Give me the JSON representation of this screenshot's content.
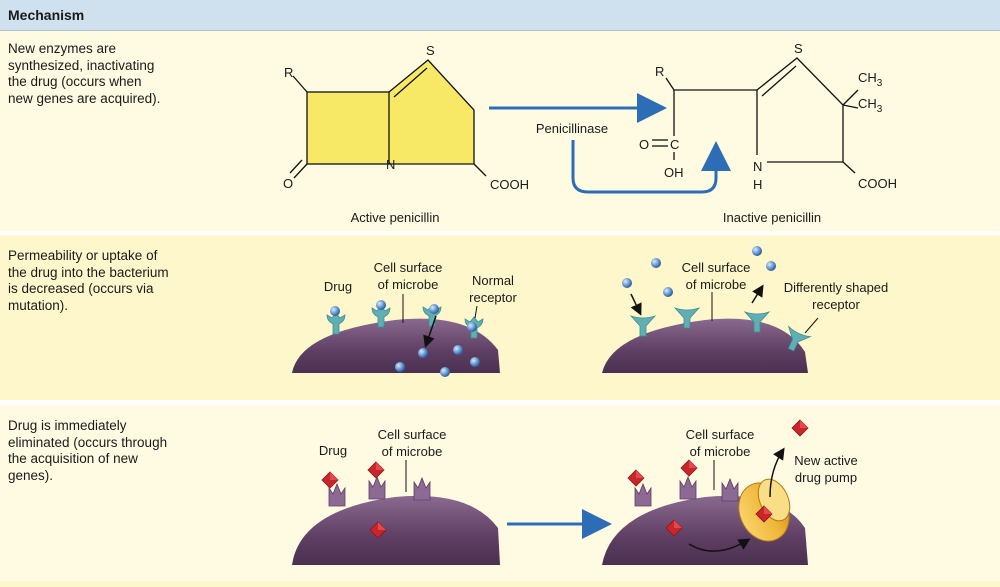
{
  "header": {
    "title": "Mechanism"
  },
  "rows": [
    {
      "description": [
        "New enzymes are",
        "synthesized, inactivating",
        "the drug (occurs when",
        "new genes are acquired)."
      ]
    },
    {
      "description": [
        "Permeability or uptake of",
        "the drug into the bacterium",
        "is decreased (occurs via",
        "mutation)."
      ]
    },
    {
      "description": [
        "Drug is immediately",
        "eliminated (occurs through",
        "the acquisition of new",
        "genes)."
      ]
    }
  ],
  "chem": {
    "r": "R",
    "s": "S",
    "o": "O",
    "n": "N",
    "h": "H",
    "cooh": "COOH",
    "ch3": "CH",
    "sub3": "3",
    "oc": "O",
    "c": "C",
    "oh": "OH",
    "enzyme": "Penicillinase",
    "active": "Active penicillin",
    "inactive": "Inactive penicillin"
  },
  "perm": {
    "drug": "Drug",
    "cell_surface": [
      "Cell surface",
      "of microbe"
    ],
    "normal_receptor": [
      "Normal",
      "receptor"
    ],
    "cell_surface_2": [
      "Cell surface",
      "of microbe"
    ],
    "diff_receptor": [
      "Differently shaped",
      "receptor"
    ]
  },
  "pump": {
    "drug": "Drug",
    "cell_surface": [
      "Cell surface",
      "of microbe"
    ],
    "cell_surface_2": [
      "Cell surface",
      "of microbe"
    ],
    "pump_label": [
      "New active",
      "drug pump"
    ]
  },
  "colors": {
    "ring_fill": "#f7e866",
    "arrow_blue": "#2d6db5",
    "cell_purple": "#6a4a6e",
    "receptor_teal": "#5fb0b4",
    "drug_red": "#c8262b",
    "pump_gold": "#f2b93b"
  }
}
